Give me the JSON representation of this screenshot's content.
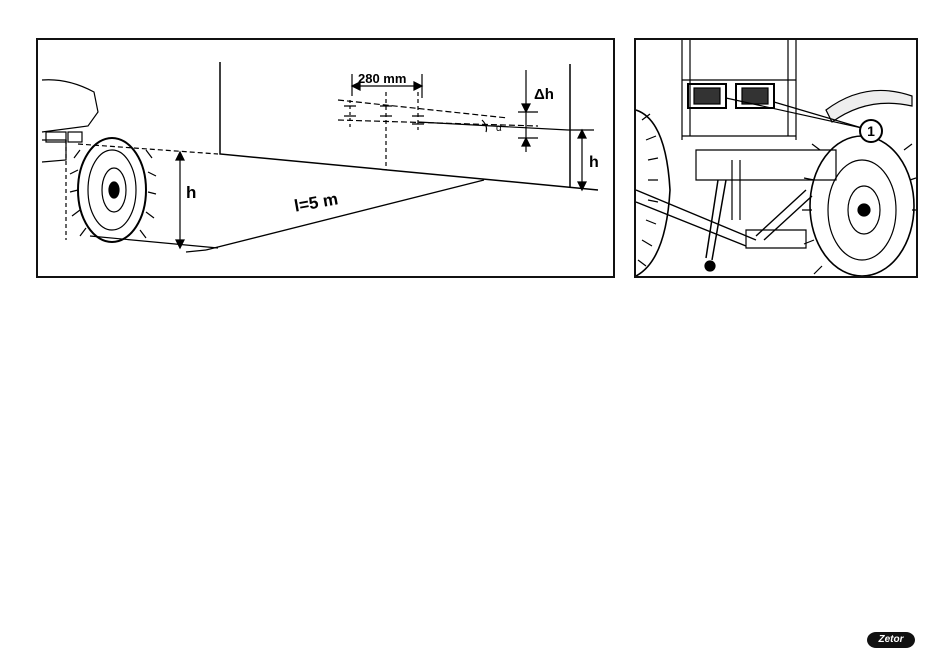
{
  "figure_left": {
    "dimension_top": "280 mm",
    "delta_h": "Δh",
    "angle": "α",
    "height_right": "h",
    "height_left": "h",
    "distance": "l=5 m"
  },
  "figure_right": {
    "callout": "1"
  },
  "footer": {
    "brand": "Zetor"
  }
}
